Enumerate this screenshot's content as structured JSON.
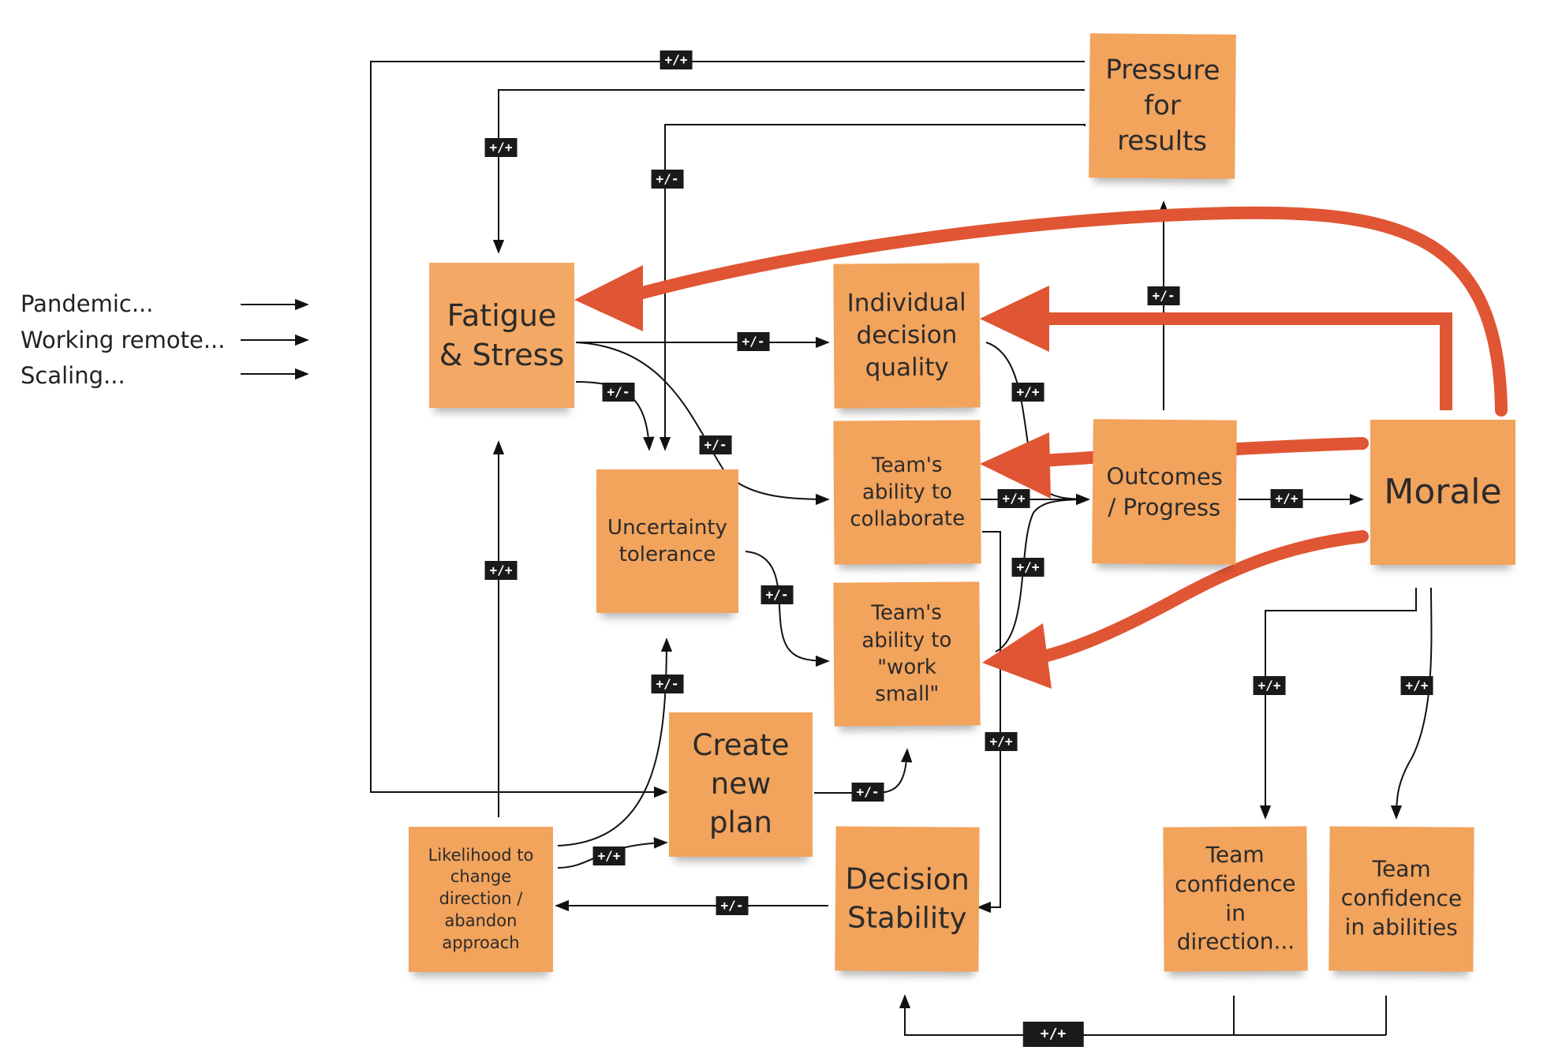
{
  "side_factors": [
    "Pandemic...",
    "Working remote...",
    "Scaling..."
  ],
  "notes": {
    "pressure": "Pressure\nfor\nresults",
    "fatigue": "Fatigue\n& Stress",
    "individual_decision": "Individual\ndecision\nquality",
    "team_collaborate": "Team's\nability to\ncollaborate",
    "uncertainty": "Uncertainty\ntolerance",
    "outcomes": "Outcomes\n/ Progress",
    "morale": "Morale",
    "work_small": "Team's\nability to\n\"work\nsmall\"",
    "create_plan": "Create\nnew\nplan",
    "likelihood": "Likelihood to\nchange\ndirection /\nabandon\napproach",
    "decision_stability": "Decision\nStability",
    "confidence_direction": "Team\nconfidence\nin\ndirection...",
    "confidence_abilities": "Team\nconfidence\nin abilities"
  },
  "link_labels": {
    "pressure_to_plan": "+/+",
    "pressure_to_fatigue": "+/+",
    "pressure_to_uncertainty": "+/-",
    "outcomes_to_pressure": "+/-",
    "fatigue_to_decision": "+/-",
    "fatigue_to_uncertainty": "+/-",
    "fatigue_to_collaborate": "+/-",
    "decision_to_outcomes": "+/+",
    "collaborate_to_outcomes": "+/+",
    "worksmall_to_outcomes": "+/+",
    "outcomes_to_morale": "+/+",
    "uncertainty_to_worksmall": "+/-",
    "likelihood_to_fatigue": "+/+",
    "likelihood_to_uncertainty": "+/-",
    "likelihood_to_plan": "+/+",
    "plan_to_worksmall": "+/-",
    "collaborate_to_stability": "+/+",
    "stability_to_likelihood": "+/-",
    "morale_to_conf_direction": "+/+",
    "morale_to_conf_abilities": "+/+",
    "confidence_to_stability": "+/+"
  },
  "colors": {
    "note": "#f2a35c",
    "feedback_arrow": "#e05533",
    "line": "#111111",
    "label_bg": "#1a1a1a"
  }
}
